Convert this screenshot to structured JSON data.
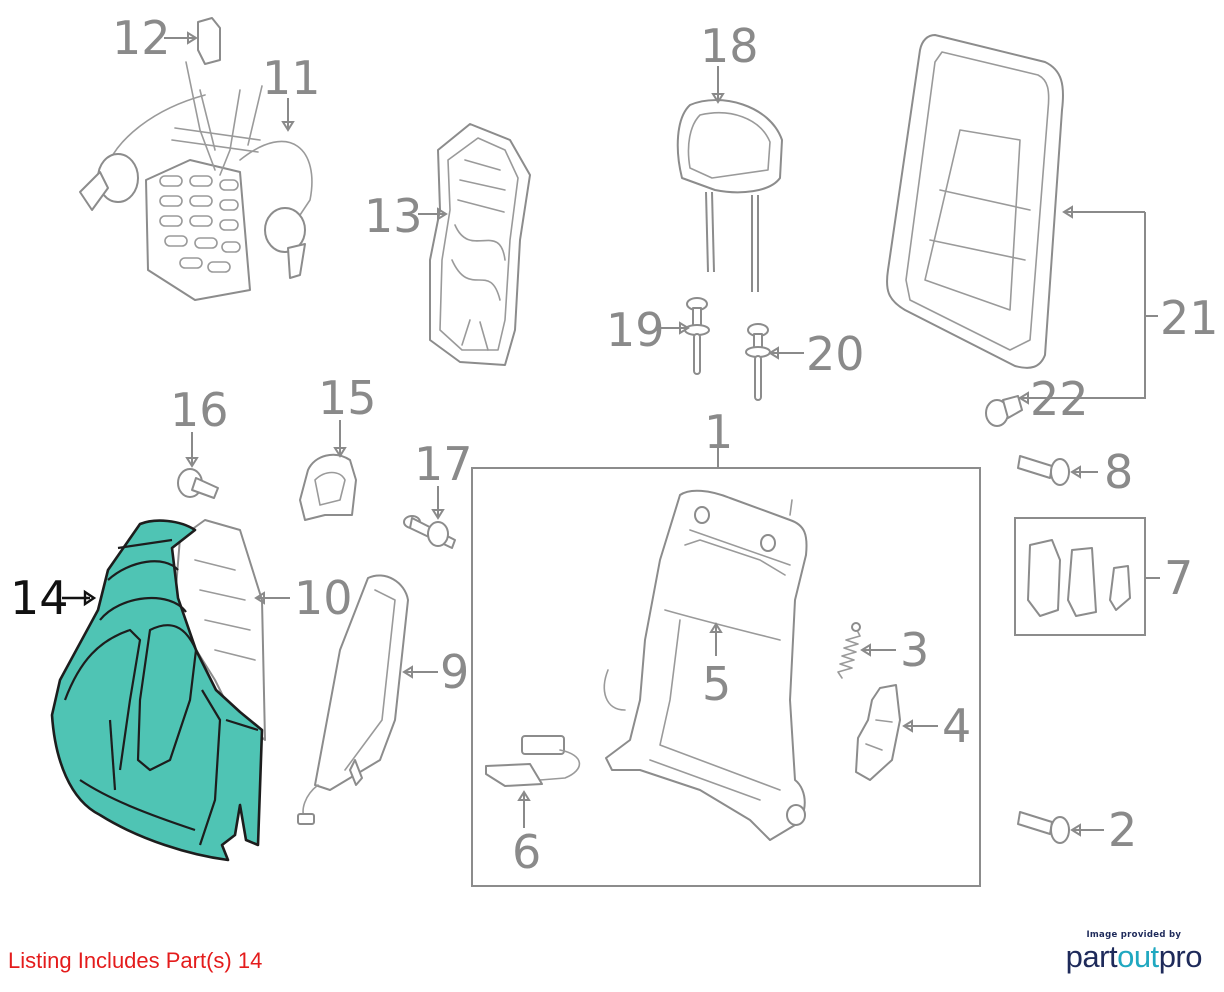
{
  "colors": {
    "highlight_fill": "#4fc4b4",
    "line_gray": "#8a8a8a",
    "footer_red": "#e41c1c",
    "brand_navy": "#1e2a5a",
    "brand_teal": "#20a8c0"
  },
  "callouts": {
    "c1": "1",
    "c2": "2",
    "c3": "3",
    "c4": "4",
    "c5": "5",
    "c6": "6",
    "c7": "7",
    "c8": "8",
    "c9": "9",
    "c10": "10",
    "c11": "11",
    "c12": "12",
    "c13": "13",
    "c14": "14",
    "c15": "15",
    "c16": "16",
    "c17": "17",
    "c18": "18",
    "c19": "19",
    "c20": "20",
    "c21": "21",
    "c22": "22"
  },
  "highlighted_part": "14",
  "footer": {
    "listing_text": "Listing Includes Part(s) 14"
  },
  "credit": {
    "small_text": "Image provided by",
    "brand_part1": "part",
    "brand_part2": "out",
    "brand_part3": "pro"
  }
}
